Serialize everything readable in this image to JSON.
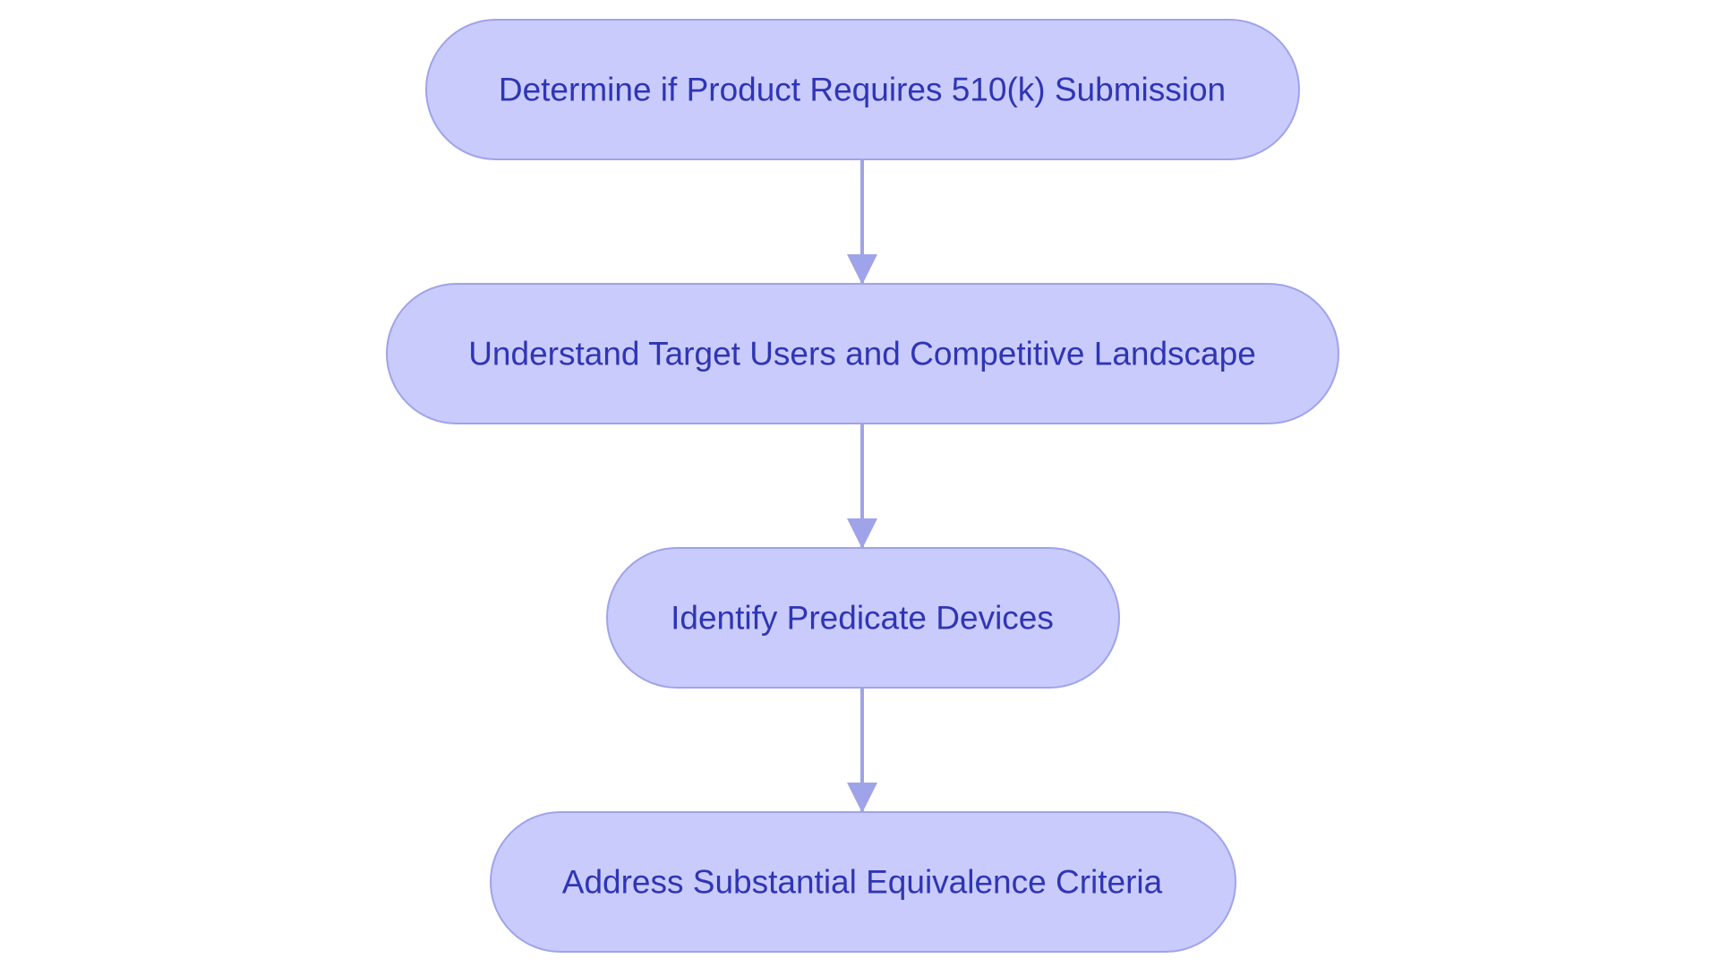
{
  "colors": {
    "node_fill": "#c9cbfc",
    "node_stroke": "#9fa3ea",
    "edge": "#9fa3ea",
    "text": "#2f35b5",
    "background": "#ffffff"
  },
  "nodes": [
    {
      "id": "n1",
      "label": "Determine if Product Requires 510(k) Submission"
    },
    {
      "id": "n2",
      "label": "Understand Target Users and Competitive Landscape"
    },
    {
      "id": "n3",
      "label": "Identify Predicate Devices"
    },
    {
      "id": "n4",
      "label": "Address Substantial Equivalence Criteria"
    }
  ],
  "edges": [
    {
      "from": "n1",
      "to": "n2"
    },
    {
      "from": "n2",
      "to": "n3"
    },
    {
      "from": "n3",
      "to": "n4"
    }
  ]
}
